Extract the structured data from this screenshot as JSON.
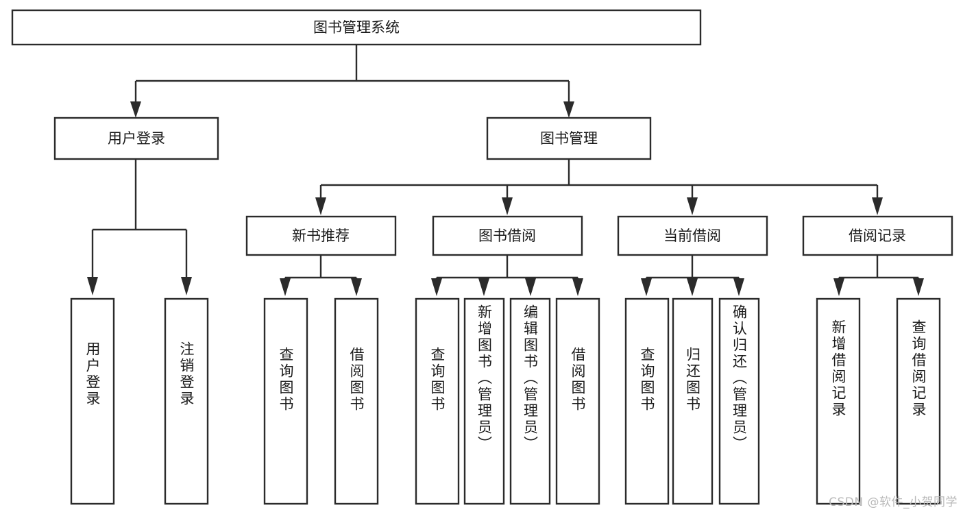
{
  "diagram": {
    "title": "图书管理系统",
    "type": "tree-hierarchy-diagram",
    "colors": {
      "stroke": "#2b2b2b",
      "fill": "#ffffff",
      "text": "#1a1a1a",
      "watermark": "#b9b9b9",
      "background": "#ffffff"
    },
    "root": {
      "label": "图书管理系统"
    },
    "level2": {
      "user_login": "用户登录",
      "book_manage": "图书管理"
    },
    "level3": {
      "new_book_rec": "新书推荐",
      "book_borrow": "图书借阅",
      "current_borrow": "当前借阅",
      "borrow_record": "借阅记录"
    },
    "leaves": {
      "user_login_1": "用户登录",
      "user_login_2": "注销登录",
      "new_book_rec_1": "查询图书",
      "new_book_rec_2": "借阅图书",
      "book_borrow_1": "查询图书",
      "book_borrow_2": "新增图书（管理员）",
      "book_borrow_3": "编辑图书（管理员）",
      "book_borrow_4": "借阅图书",
      "current_borrow_1": "查询图书",
      "current_borrow_2": "归还图书",
      "current_borrow_3": "确认归还（管理员）",
      "borrow_record_1": "新增借阅记录",
      "borrow_record_2": "查询借阅记录"
    },
    "watermark": "CSDN @软件_小贺同学"
  }
}
